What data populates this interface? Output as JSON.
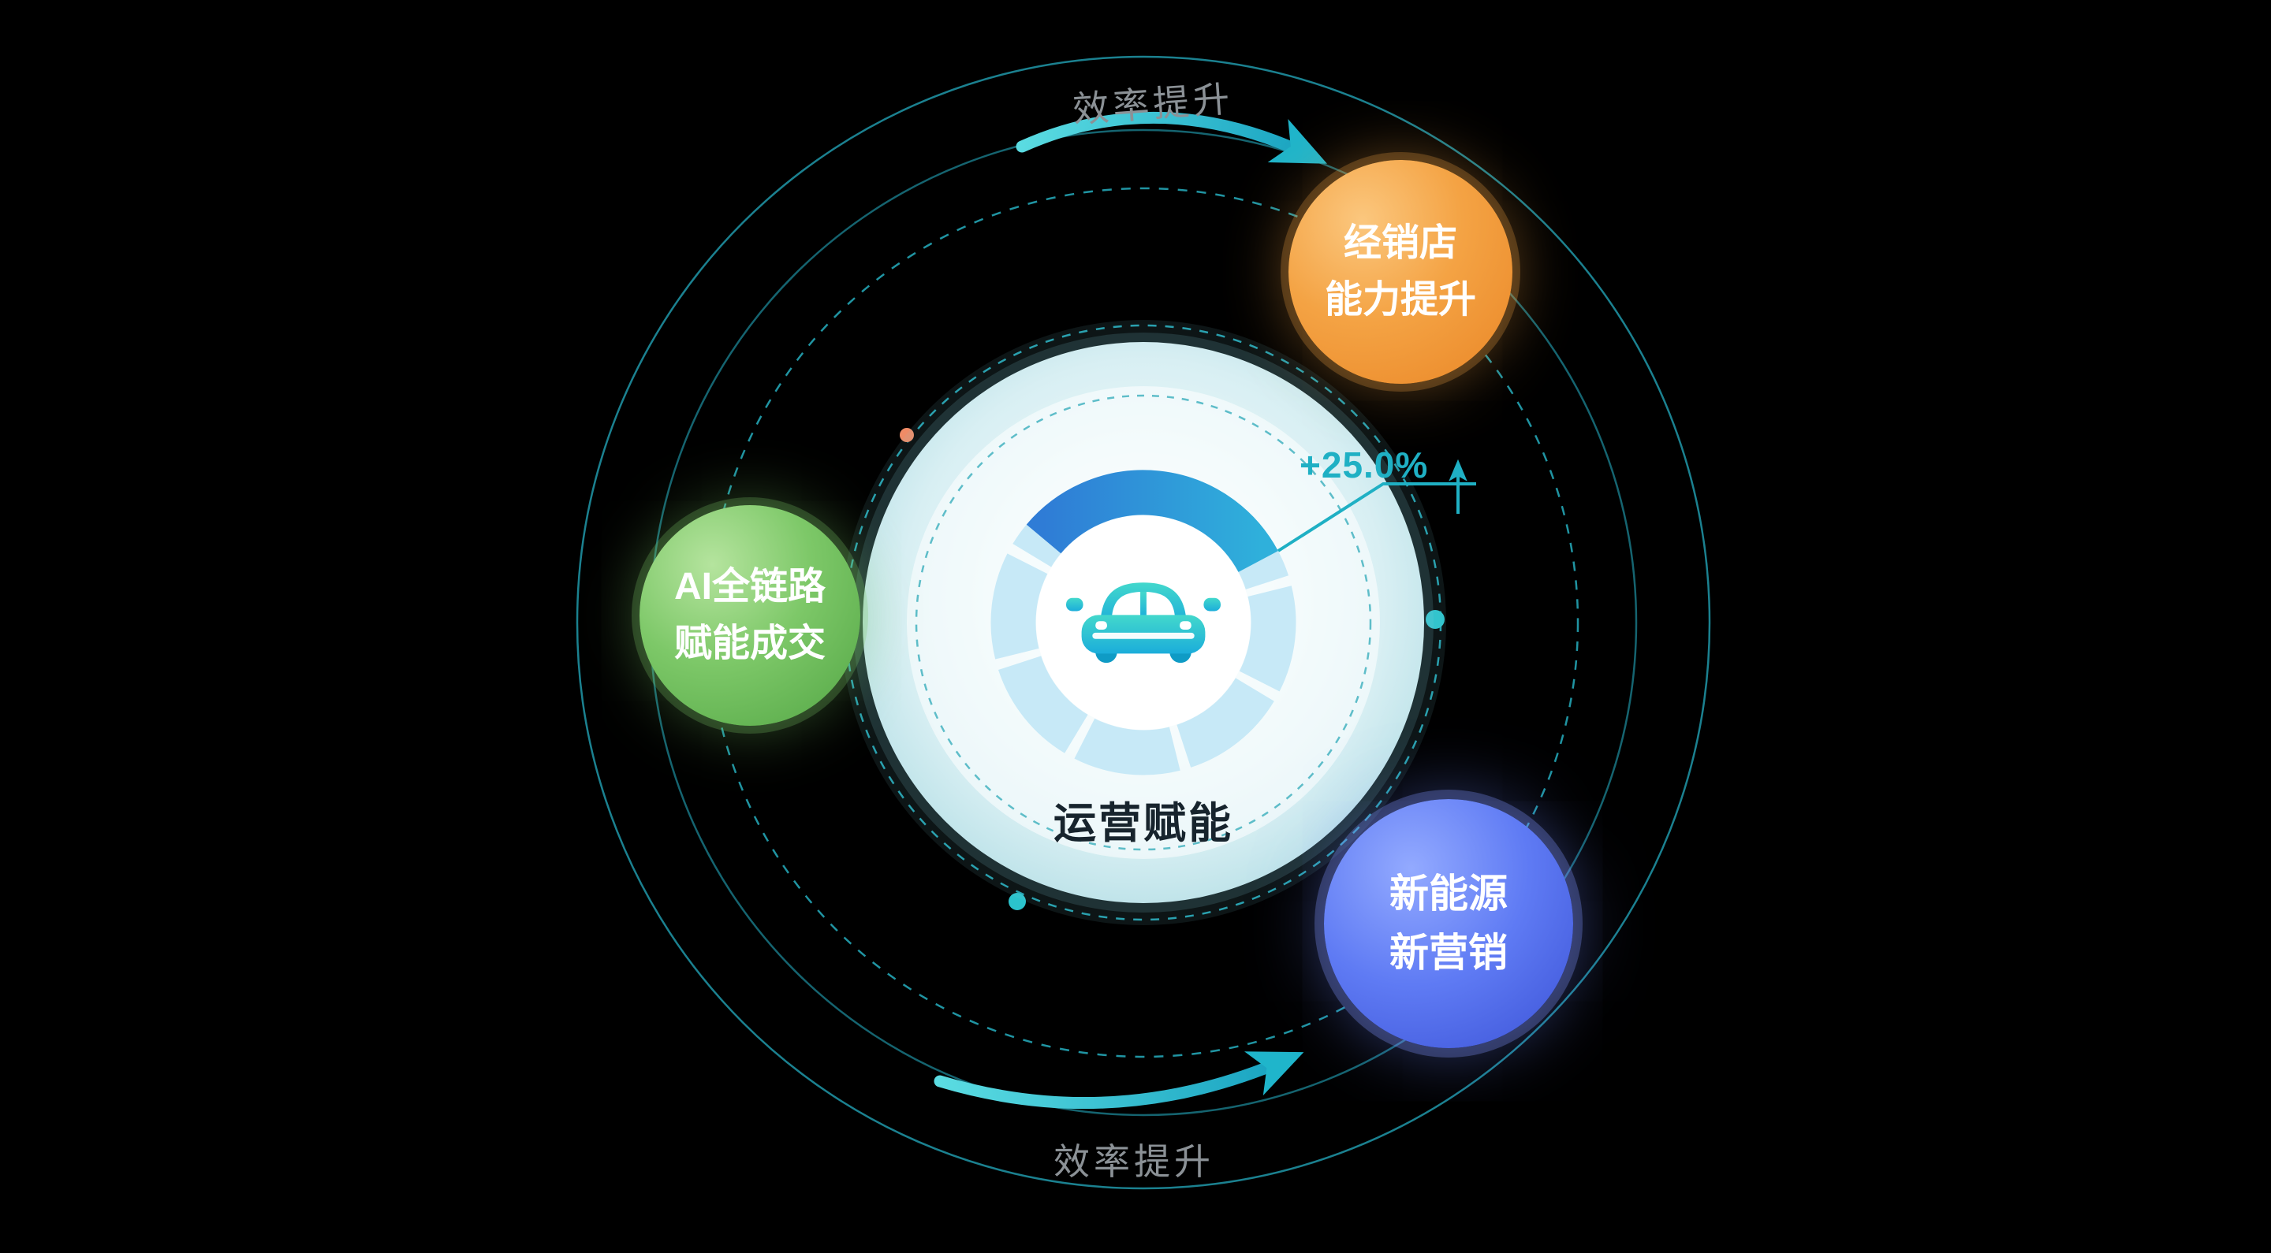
{
  "diagram": {
    "center": {
      "label": "运营赋能",
      "metric": "+25.0%"
    },
    "orbits": {
      "top_label": "效率提升",
      "bottom_label": "效率提升"
    },
    "bubbles": {
      "dealer": {
        "line1": "经销店",
        "line2": "能力提升",
        "color": "#F4A344"
      },
      "ai": {
        "line1": "AI全链路",
        "line2": "赋能成交",
        "color": "#7DC868"
      },
      "nev": {
        "line1": "新能源",
        "line2": "新营销",
        "color": "#5F7BF4"
      }
    },
    "colors": {
      "background": "#000000",
      "ring_teal": "#1E8FA0",
      "arrow_teal": "#1FB5CB",
      "gauge_track": "#C7E9F7",
      "gauge_arc_blue": "#2F7CD6",
      "metric_teal": "#1FB0C4",
      "orbit_label_gray": "#8B9196",
      "car_teal": "#2BC3CC"
    }
  }
}
